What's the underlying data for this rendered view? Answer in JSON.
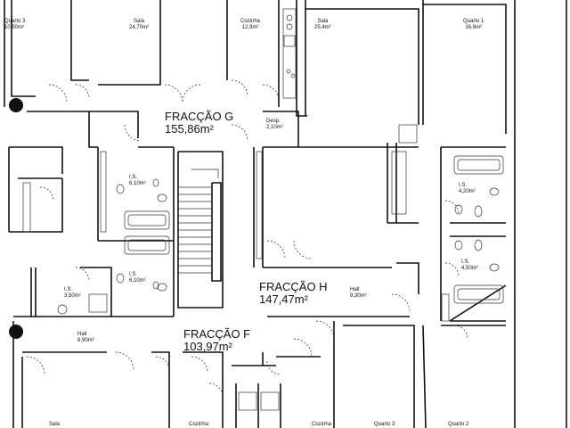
{
  "rooms": {
    "quarto3_top": {
      "name": "Quarto 3",
      "area": "10,50m²"
    },
    "sala_g": {
      "name": "Sala",
      "area": "24,70m²"
    },
    "cozinha_g": {
      "name": "Cozinha",
      "area": "12,9m²"
    },
    "sala_h": {
      "name": "Sala",
      "area": "25,4m²"
    },
    "quarto1": {
      "name": "Quarto 1",
      "area": "16,9m²"
    },
    "desp": {
      "name": "Desp.",
      "area": "2,10m²"
    },
    "is_g1": {
      "name": "I.S.",
      "area": "6,10m²"
    },
    "is_g2": {
      "name": "I.S.",
      "area": "6,10m²"
    },
    "is_h1": {
      "name": "I.S.",
      "area": "4,20m²"
    },
    "is_h2": {
      "name": "I.S.",
      "area": "4,50m²"
    },
    "is_f": {
      "name": "I.S.",
      "area": "3,50m²"
    },
    "hall_h": {
      "name": "Hall",
      "area": "9,30m²"
    },
    "hall_f": {
      "name": "Hall",
      "area": "6,90m²"
    },
    "sala_f": {
      "name": "Sala"
    },
    "cozinha_f": {
      "name": "Cozinha"
    },
    "cozinha_b": {
      "name": "Cozinha"
    },
    "quarto3_b": {
      "name": "Quarto 3"
    },
    "quarto2_b": {
      "name": "Quarto 2"
    }
  },
  "fractions": {
    "g": {
      "name": "FRACÇÃO G",
      "area": "155,86m²"
    },
    "h": {
      "name": "FRACÇÃO H",
      "area": "147,47m²"
    },
    "f": {
      "name": "FRACÇÃO F",
      "area": "103,97m²"
    }
  }
}
